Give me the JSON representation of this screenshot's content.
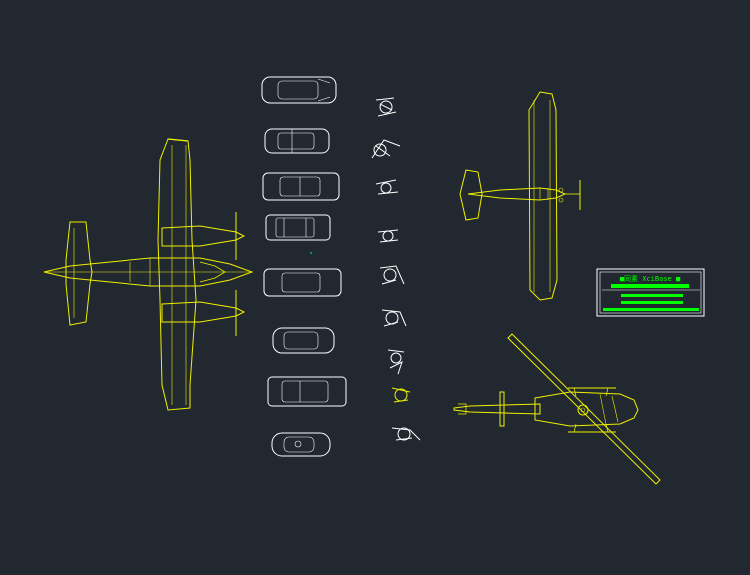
{
  "colors": {
    "background": "#212830",
    "aircraft_stroke": "#f0f000",
    "vehicle_stroke": "#ffffff",
    "title_fill": "#00ff00"
  },
  "title_block": {
    "heading": "■同素 XciBase ■"
  },
  "objects": {
    "twin_engine_plane": "twin-engine-plane",
    "high_wing_plane": "high-wing-plane",
    "helicopter": "helicopter",
    "cars": [
      "car",
      "car",
      "car",
      "car",
      "car",
      "car",
      "car",
      "car"
    ],
    "people": [
      "person",
      "person",
      "person",
      "person",
      "person",
      "person",
      "person",
      "person",
      "person"
    ]
  }
}
